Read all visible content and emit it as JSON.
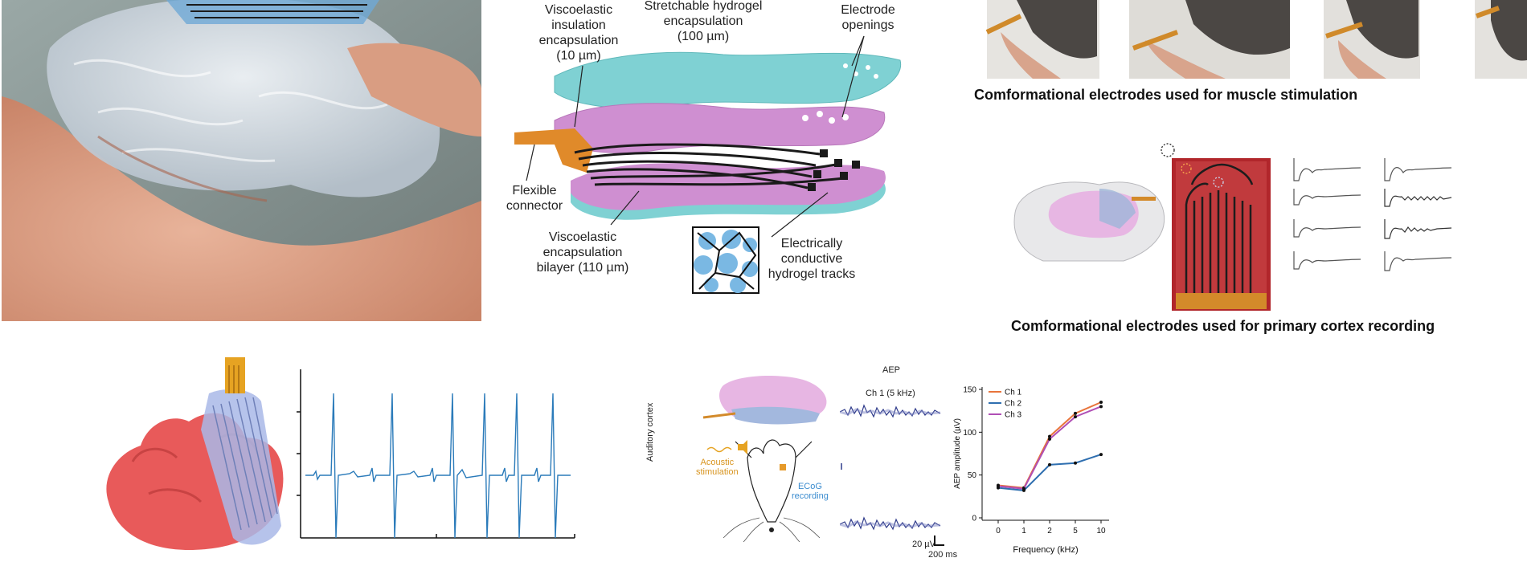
{
  "layer_diagram": {
    "insulation_label": [
      "Viscoelastic",
      "insulation",
      "encapsulation",
      "(10 µm)"
    ],
    "hydrogel_label": [
      "Stretchable hydrogel",
      "encapsulation",
      "(100 µm)"
    ],
    "openings_label": [
      "Electrode",
      "openings"
    ],
    "connector_label": [
      "Flexible",
      "connector"
    ],
    "bilayer_label": [
      "Viscoelastic",
      "encapsulation",
      "bilayer (110 µm)"
    ],
    "tracks_label": [
      "Electrically",
      "conductive",
      "hydrogel tracks"
    ]
  },
  "muscle_caption": "Comformational electrodes used for muscle stimulation",
  "cortex_caption": "Comformational electrodes used for primary cortex recording",
  "aep_panel": {
    "title": "AEP",
    "trace_label": "Ch 1 (5 kHz)",
    "vertical_label": "Auditory cortex",
    "stim_label": [
      "Acoustic",
      "stimulation"
    ],
    "ecog_label": [
      "ECoG",
      "recording"
    ],
    "scale_uv": "20 µV",
    "scale_ms": "200 ms"
  },
  "chart_data": {
    "type": "line",
    "title": "",
    "xlabel": "Frequency (kHz)",
    "ylabel": "AEP amplitude (µV)",
    "categories": [
      "0",
      "1",
      "2",
      "5",
      "10"
    ],
    "yticks": [
      "0",
      "50",
      "100",
      "150"
    ],
    "ylim": [
      0,
      150
    ],
    "legend_position": "top-left",
    "series": [
      {
        "name": "Ch 1",
        "color": "#e8743b",
        "values": [
          38,
          35,
          95,
          122,
          135
        ]
      },
      {
        "name": "Ch 2",
        "color": "#2f6fb0",
        "values": [
          35,
          32,
          62,
          64,
          74
        ]
      },
      {
        "name": "Ch 3",
        "color": "#b04fb5",
        "values": [
          37,
          34,
          92,
          118,
          130
        ]
      }
    ]
  }
}
